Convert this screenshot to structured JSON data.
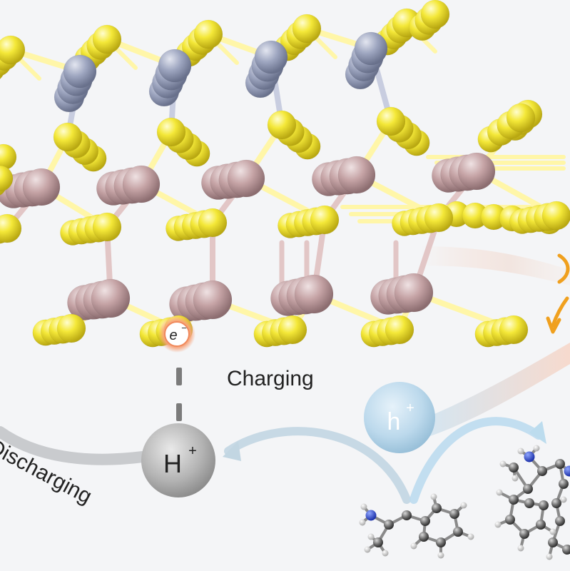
{
  "labels": {
    "electron": "e",
    "electron_sup": "−",
    "charging": "Charging",
    "discharging": "Discharging",
    "proton": "H",
    "proton_sup": "+",
    "hole": "h",
    "hole_sup": "+"
  },
  "colors": {
    "sulfur": "#f2e433",
    "metal_pink": "#c9a7a9",
    "metal_blue": "#9aa3be",
    "bond_light": "#fffbd0",
    "arrow_blue": "#bcdcee",
    "arrow_grey": "#c9cbce",
    "orange_arrow": "#f0a01e"
  }
}
